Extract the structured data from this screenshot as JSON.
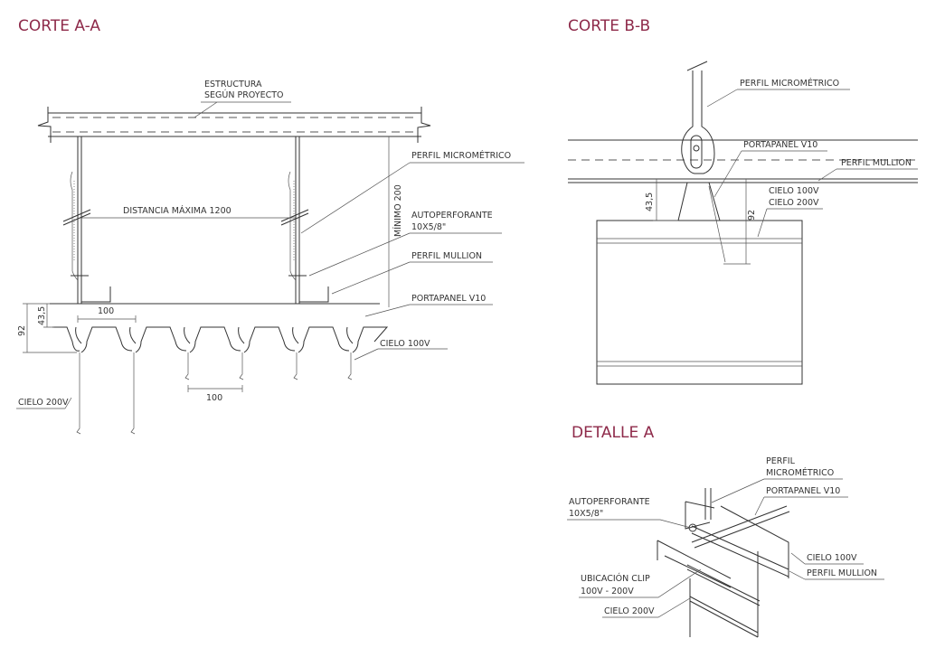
{
  "corte_aa": {
    "title": "CORTE A-A",
    "labels": {
      "estructura_1": "ESTRUCTURA",
      "estructura_2": "SEGÚN PROYECTO",
      "perfil_micrometrico": "PERFIL MICROMÉTRICO",
      "autoperforante_1": "AUTOPERFORANTE",
      "autoperforante_2": "10X5/8\"",
      "perfil_mullion": "PERFIL MULLION",
      "portapanel": "PORTAPANEL V10",
      "cielo_100v": "CIELO 100V",
      "cielo_200v": "CIELO 200V",
      "distancia": "DISTANCIA MÁXIMA 1200",
      "minimo": "MÍNIMO 200",
      "dim_92": "92",
      "dim_43": "43,5",
      "dim_100_top": "100",
      "dim_100_bottom": "100"
    }
  },
  "corte_bb": {
    "title": "CORTE B-B",
    "labels": {
      "perfil_micrometrico": "PERFIL MICROMÉTRICO",
      "portapanel": "PORTAPANEL V10",
      "perfil_mullion": "PERFIL MULLION",
      "cielo_100v": "CIELO 100V",
      "cielo_200v": "CIELO 200V",
      "dim_43": "43,5",
      "dim_92": "92"
    }
  },
  "detalle_a": {
    "title": "DETALLE A",
    "labels": {
      "perfil_1": "PERFIL",
      "perfil_2": "MICROMÉTRICO",
      "portapanel": "PORTAPANEL V10",
      "autoperforante_1": "AUTOPERFORANTE",
      "autoperforante_2": "10X5/8\"",
      "cielo_100v": "CIELO 100V",
      "perfil_mullion": "PERFIL MULLION",
      "clip_1": "UBICACIÓN CLIP",
      "clip_2": "100V - 200V",
      "cielo_200v": "CIELO 200V"
    }
  },
  "colors": {
    "title": "#8e2a4a",
    "line": "#333333"
  }
}
